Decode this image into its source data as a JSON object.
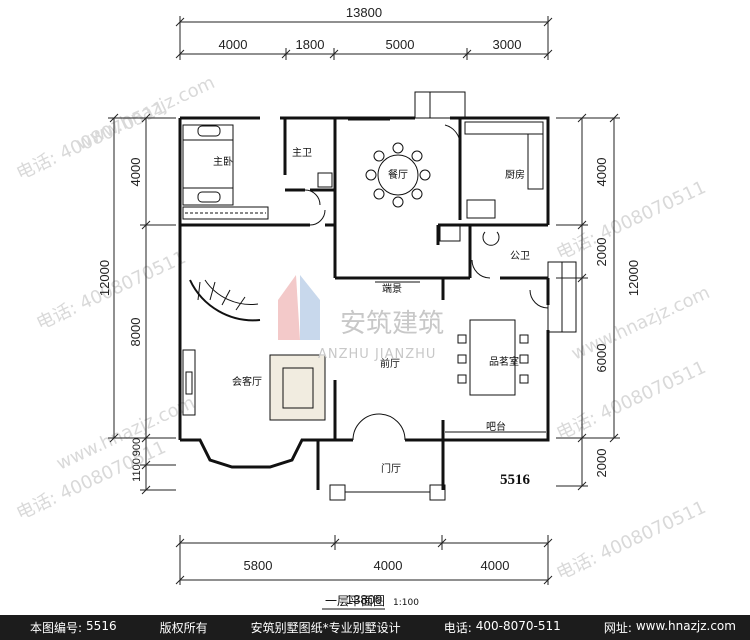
{
  "drawing": {
    "title": "一层平面图",
    "scale": "1:100",
    "plan_number": "5516"
  },
  "dimensions": {
    "top_total": "13800",
    "top_segments": [
      "4000",
      "1800",
      "5000",
      "3000"
    ],
    "bottom_segments": [
      "5800",
      "4000",
      "4000"
    ],
    "bottom_total": "13800",
    "left_total": "12000",
    "left_segments": [
      "4000",
      "8000",
      "1100",
      "900"
    ],
    "right_segments": [
      "4000",
      "2000",
      "6000",
      "2000"
    ],
    "right_total": "12000"
  },
  "rooms": {
    "master_bedroom": "主卧",
    "master_bath": "主卫",
    "dining": "餐厅",
    "kitchen": "厨房",
    "public_bath": "公卫",
    "feature_wall": "端景",
    "foyer": "前厅",
    "living": "会客厅",
    "tea_room": "品茗室",
    "bar": "吧台",
    "entry_hall": "门厅"
  },
  "logo": {
    "name_cn": "安筑建筑",
    "name_pinyin": "ANZHU JIANZHU"
  },
  "watermarks": {
    "phone": "电话: 4008070511",
    "site": "www.hnazjz.com"
  },
  "footer": {
    "plan_no_label": "本图编号:",
    "plan_no": "5516",
    "copyright": "版权所有",
    "company": "安筑别墅图纸*专业别墅设计",
    "phone_label": "电话:",
    "phone": "400-8070-511",
    "site_label": "网址:",
    "site": "www.hnazjz.com"
  }
}
